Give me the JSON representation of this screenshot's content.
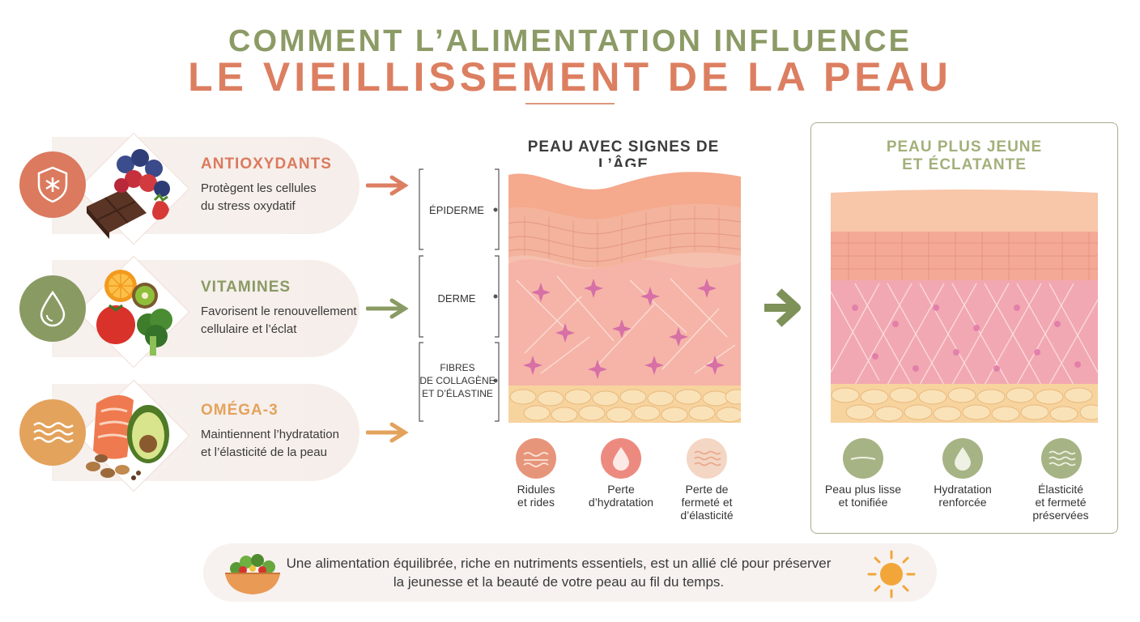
{
  "header": {
    "title_line1": "COMMENT L’ALIMENTATION INFLUENCE",
    "title_line2": "LE VIEILLISSEMENT DE LA PEAU"
  },
  "nutrients": [
    {
      "title": "ANTIOXYDANTS",
      "desc_line1": "Protègent les cellules",
      "desc_line2": "du stress oxydatif",
      "color": "#db7a5e",
      "icon": "shield-star-icon"
    },
    {
      "title": "VITAMINES",
      "desc_line1": "Favorisent le renouvellement",
      "desc_line2": "cellulaire et l’éclat",
      "color": "#8a9a63",
      "icon": "water-drop-icon"
    },
    {
      "title": "OMÉGA-3",
      "desc_line1": "Maintiennent l’hydratation",
      "desc_line2": "et l’élasticité de la peau",
      "color": "#e3a35c",
      "icon": "waves-icon"
    }
  ],
  "aged_skin": {
    "title": "PEAU AVEC SIGNES DE L’ÂGE",
    "layers": [
      {
        "line1": "ÉPIDERME"
      },
      {
        "line1": "DERME"
      },
      {
        "line1": "FIBRES",
        "line2": "DE COLLAGÈNE",
        "line3": "ET D’ÉLASTINE"
      }
    ],
    "signs": [
      {
        "line1": "Ridules",
        "line2": "et rides",
        "line3": "",
        "color": "#e7957a",
        "icon": "wrinkle-lines-icon"
      },
      {
        "line1": "Perte",
        "line2": "d’hydratation",
        "line3": "",
        "color": "#ed8a80",
        "icon": "water-drop-icon"
      },
      {
        "line1": "Perte de",
        "line2": "fermeté et",
        "line3": "d’élasticité",
        "color": "#f4d6c4",
        "icon": "waves-icon"
      }
    ]
  },
  "young_skin": {
    "title_line1": "PEAU PLUS JEUNE",
    "title_line2": "ET ÉCLATANTE",
    "benefits": [
      {
        "line1": "Peau plus lisse",
        "line2": "et tonifiée",
        "line3": "",
        "color": "#a6b384",
        "icon": "smooth-line-icon"
      },
      {
        "line1": "Hydratation",
        "line2": "renforcée",
        "line3": "",
        "color": "#a6b384",
        "icon": "water-drop-icon"
      },
      {
        "line1": "Élasticité",
        "line2": "et fermeté",
        "line3": "préservées",
        "color": "#a6b384",
        "icon": "waves-icon"
      }
    ]
  },
  "footer": {
    "line1": "Une alimentation équilibrée, riche en nutriments essentiels, est un allié clé pour préserver",
    "line2": "la jeunesse et la beauté de votre peau au fil du temps."
  },
  "colors": {
    "accent_orange": "#dc7f61",
    "accent_green": "#8c9b66",
    "skin_pink": "#f3b1a2"
  }
}
